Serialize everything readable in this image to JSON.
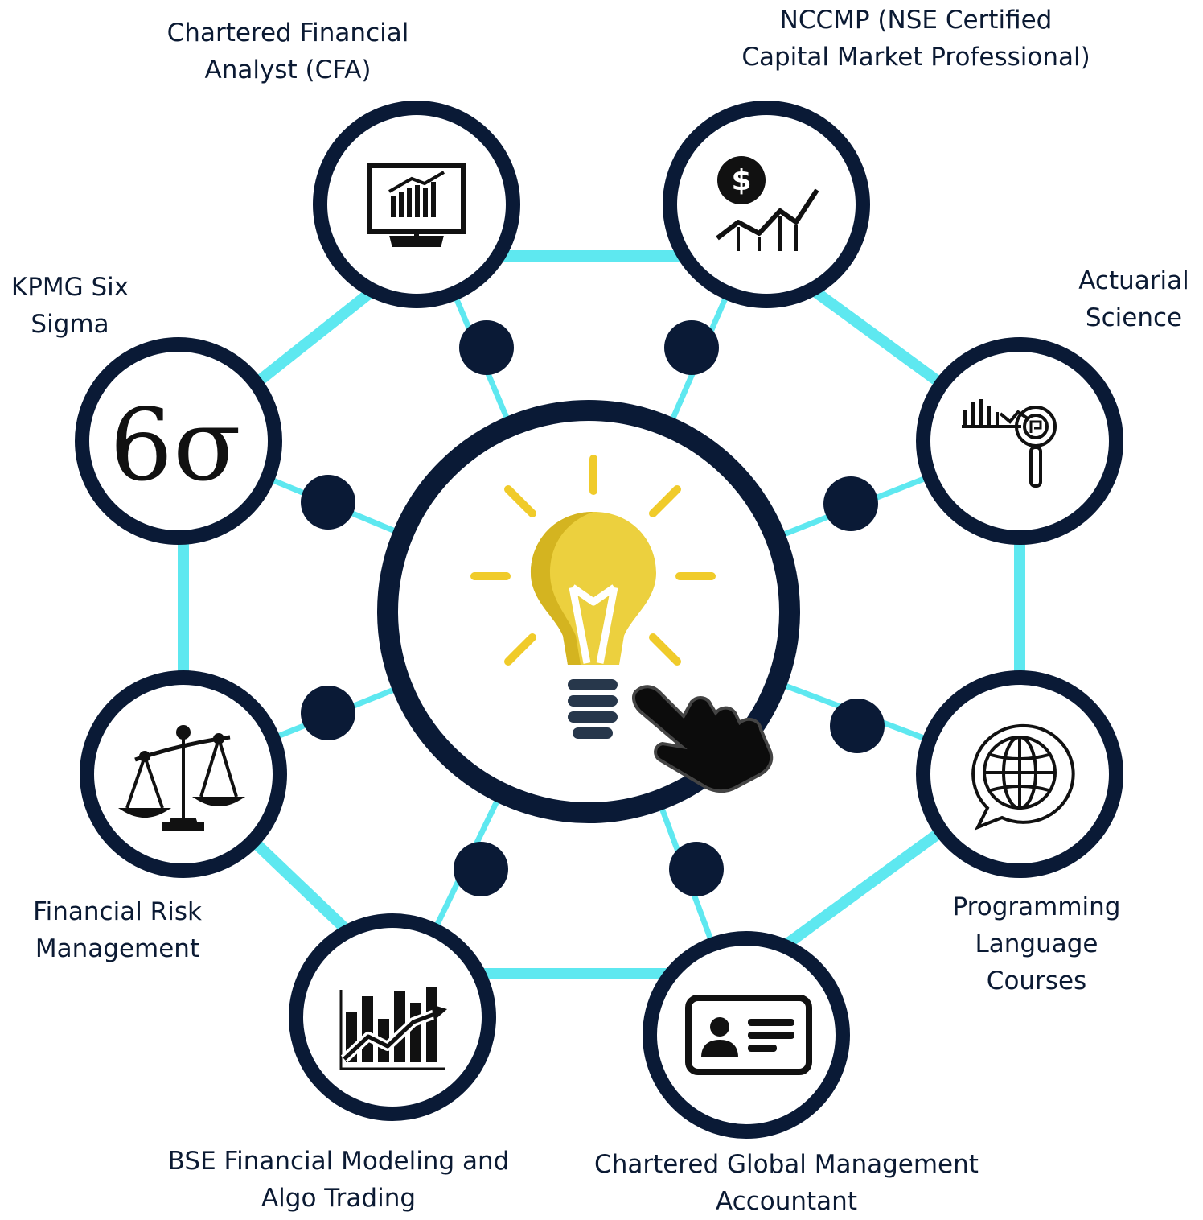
{
  "hub": {
    "icon": "lightbulb-icon",
    "pointer": "pointing-hand-icon"
  },
  "colors": {
    "ring": "#0a1a36",
    "connector": "#5ee8f0",
    "bulb": "#ecd03e",
    "bulb_shade": "#d4b420",
    "rays": "#f0cb2a",
    "bulb_base": "#27374b"
  },
  "nodes": [
    {
      "id": "cfa",
      "icon": "monitor-chart-icon",
      "label": [
        "Chartered Financial",
        "Analyst (CFA)"
      ]
    },
    {
      "id": "nccmp",
      "icon": "dollar-growth-chart-icon",
      "label": [
        "NCCMP (NSE Certified",
        "Capital Market Professional)"
      ]
    },
    {
      "id": "actuarial",
      "icon": "data-magnifier-icon",
      "label": [
        "Actuarial",
        "Science"
      ]
    },
    {
      "id": "programming",
      "icon": "globe-speech-bubble-icon",
      "label": [
        "Programming",
        "Language",
        "Courses"
      ]
    },
    {
      "id": "cgma",
      "icon": "id-card-icon",
      "label": [
        "Chartered Global Management",
        "Accountant"
      ]
    },
    {
      "id": "bse",
      "icon": "trading-chart-arrow-icon",
      "label": [
        "BSE Financial Modeling and",
        "Algo Trading"
      ]
    },
    {
      "id": "frm",
      "icon": "balance-scale-icon",
      "label": [
        "Financial Risk",
        "Management"
      ]
    },
    {
      "id": "sixsigma",
      "icon": "six-sigma-icon",
      "icon_text": "6σ",
      "label": [
        "KPMG Six",
        "Sigma"
      ]
    }
  ]
}
